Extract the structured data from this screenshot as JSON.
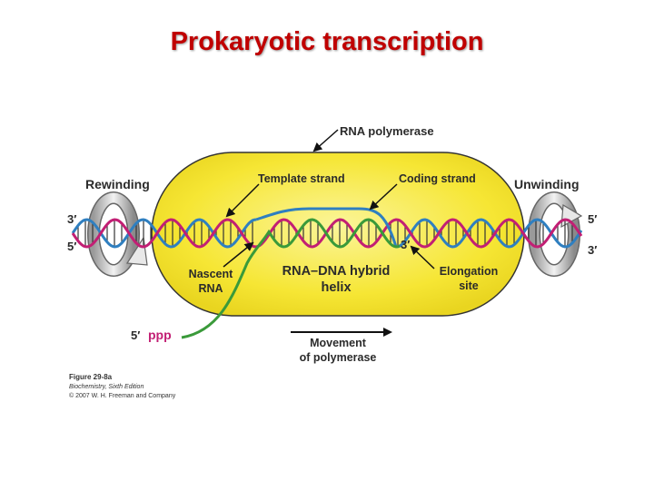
{
  "title": "Prokaryotic transcription",
  "labels": {
    "rna_polymerase": "RNA polymerase",
    "template_strand": "Template strand",
    "coding_strand": "Coding strand",
    "rewinding": "Rewinding",
    "unwinding": "Unwinding",
    "nascent_rna_line1": "Nascent",
    "nascent_rna_line2": "RNA",
    "hybrid_line1": "RNA–DNA hybrid",
    "hybrid_line2": "helix",
    "elongation_line1": "Elongation",
    "elongation_line2": "site",
    "movement_line1": "Movement",
    "movement_line2": "of polymerase",
    "left_top_end": "3′",
    "left_bottom_end": "5′",
    "right_top_end": "5′",
    "right_bottom_end": "3′",
    "rna_3_end": "3′",
    "rna_5_end": "5′",
    "ppp": "ppp"
  },
  "caption": {
    "figure": "Figure 29-8a",
    "book": "Biochemistry, Sixth Edition",
    "copyright": "© 2007 W. H. Freeman and Company"
  },
  "colors": {
    "title": "#c00000",
    "polymerase_fill": "#f7ea3a",
    "template_strand": "#2f7fc0",
    "coding_strand": "#c21f74",
    "rna_strand": "#3a9a3a",
    "ppp": "#c21f74"
  }
}
